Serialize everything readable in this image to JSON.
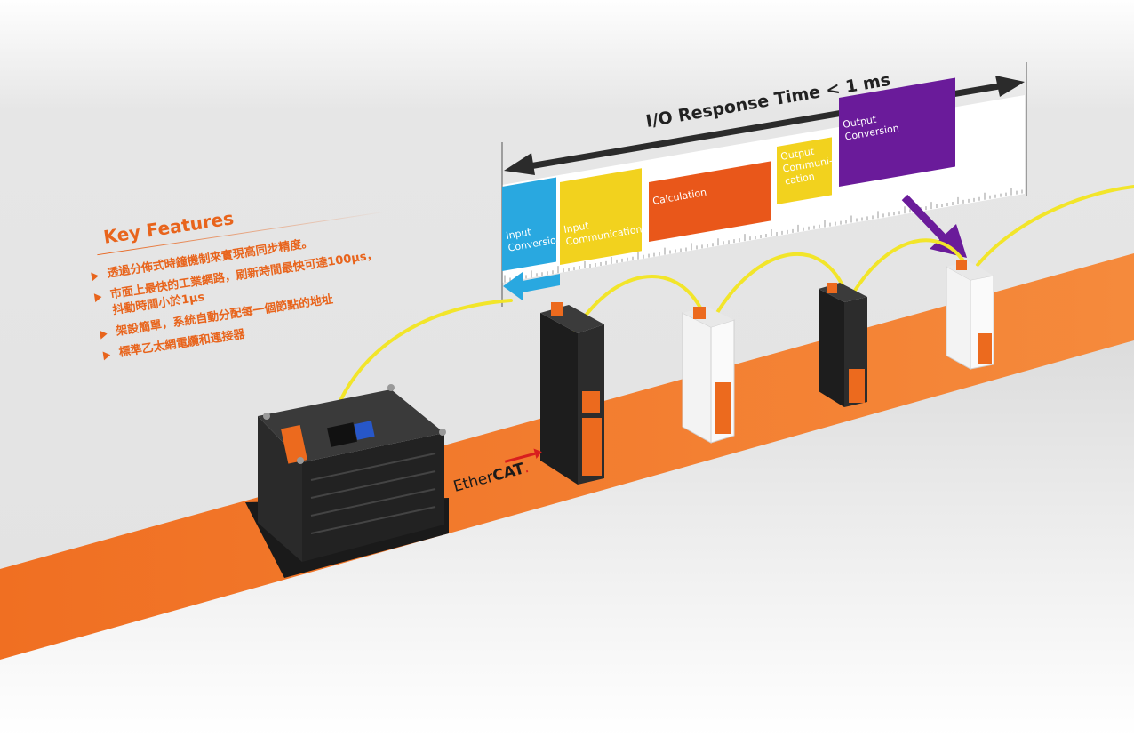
{
  "timeline": {
    "title": "I/O Response Time < 1 ms",
    "segments": [
      {
        "label_lines": [
          "Input",
          "Conversion"
        ],
        "color": "#29a8e0"
      },
      {
        "label_lines": [
          "Input",
          "Communication"
        ],
        "color": "#f2d21e"
      },
      {
        "label_lines": [
          "Calculation"
        ],
        "color": "#e9571a"
      },
      {
        "label_lines": [
          "Output",
          "Communi-",
          "cation"
        ],
        "color": "#f2d21e"
      },
      {
        "label_lines": [
          "Output",
          "Conversion"
        ],
        "color": "#6a1b9a"
      }
    ]
  },
  "features": {
    "title": "Key Features",
    "items": [
      {
        "line1": "透過分佈式時鐘機制來實現高同步精度。"
      },
      {
        "line1": "市面上最快的工業網路，刷新時間最快可達100μs，",
        "line2": "抖動時間小於1μs"
      },
      {
        "line1": "架設簡單，系統自動分配每一個節點的地址"
      },
      {
        "line1": "標準乙太網電纜和連接器"
      }
    ]
  },
  "ethercat": {
    "logo_part1": "Ether",
    "logo_part2": "CAT",
    "mark": "."
  },
  "colors": {
    "accent_orange": "#f07a28",
    "cable_yellow": "#f2e52a"
  }
}
